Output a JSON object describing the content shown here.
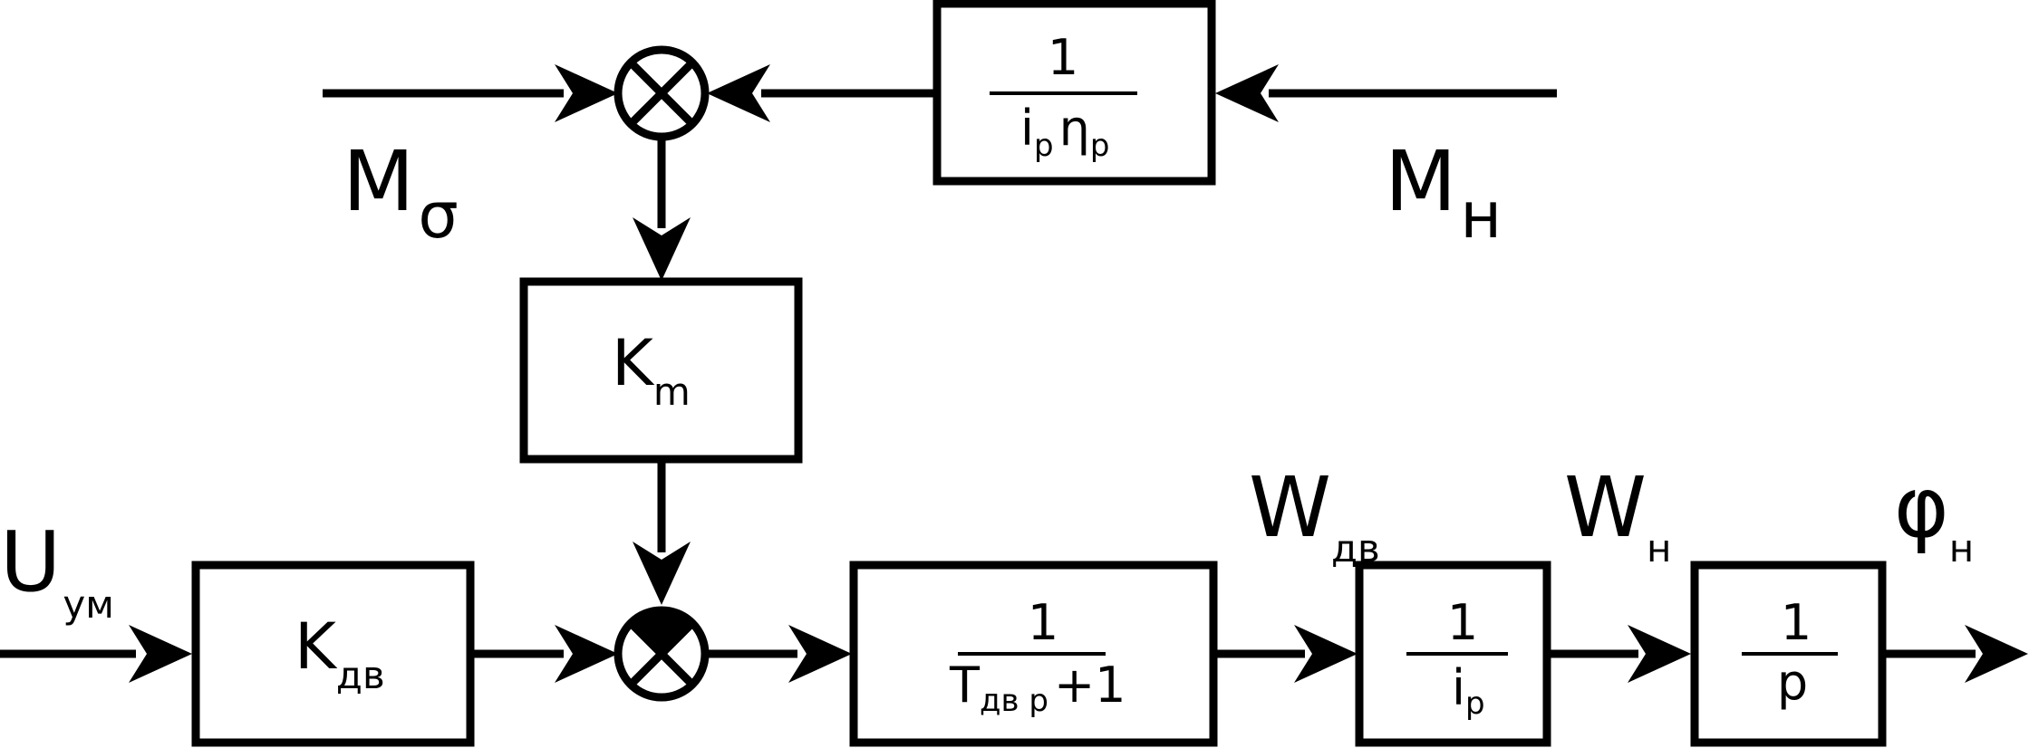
{
  "diagram": {
    "signals": {
      "m_sigma": {
        "base": "M",
        "sub": "σ"
      },
      "m_n": {
        "base": "M",
        "sub": "н"
      },
      "u_um": {
        "base": "U",
        "sub": "ум"
      },
      "w_dv": {
        "base": "W",
        "sub": "дв"
      },
      "w_n": {
        "base": "W",
        "sub": "н"
      },
      "phi_n": {
        "base": "φ",
        "sub": "н"
      }
    },
    "blocks": {
      "reducer_feedback": {
        "numerator": "1",
        "den_i": "i",
        "den_i_sub": "p",
        "den_eta": "η",
        "den_eta_sub": "p"
      },
      "k_m": {
        "base": "K",
        "sub": "m"
      },
      "k_dv": {
        "base": "K",
        "sub": "дв"
      },
      "motor_lag": {
        "numerator": "1",
        "den_T": "T",
        "den_T_sub": "дв p",
        "den_rest": "+1"
      },
      "reducer_gain": {
        "numerator": "1",
        "den_i": "i",
        "den_i_sub": "p"
      },
      "integrator": {
        "numerator": "1",
        "denominator": "p"
      }
    }
  }
}
